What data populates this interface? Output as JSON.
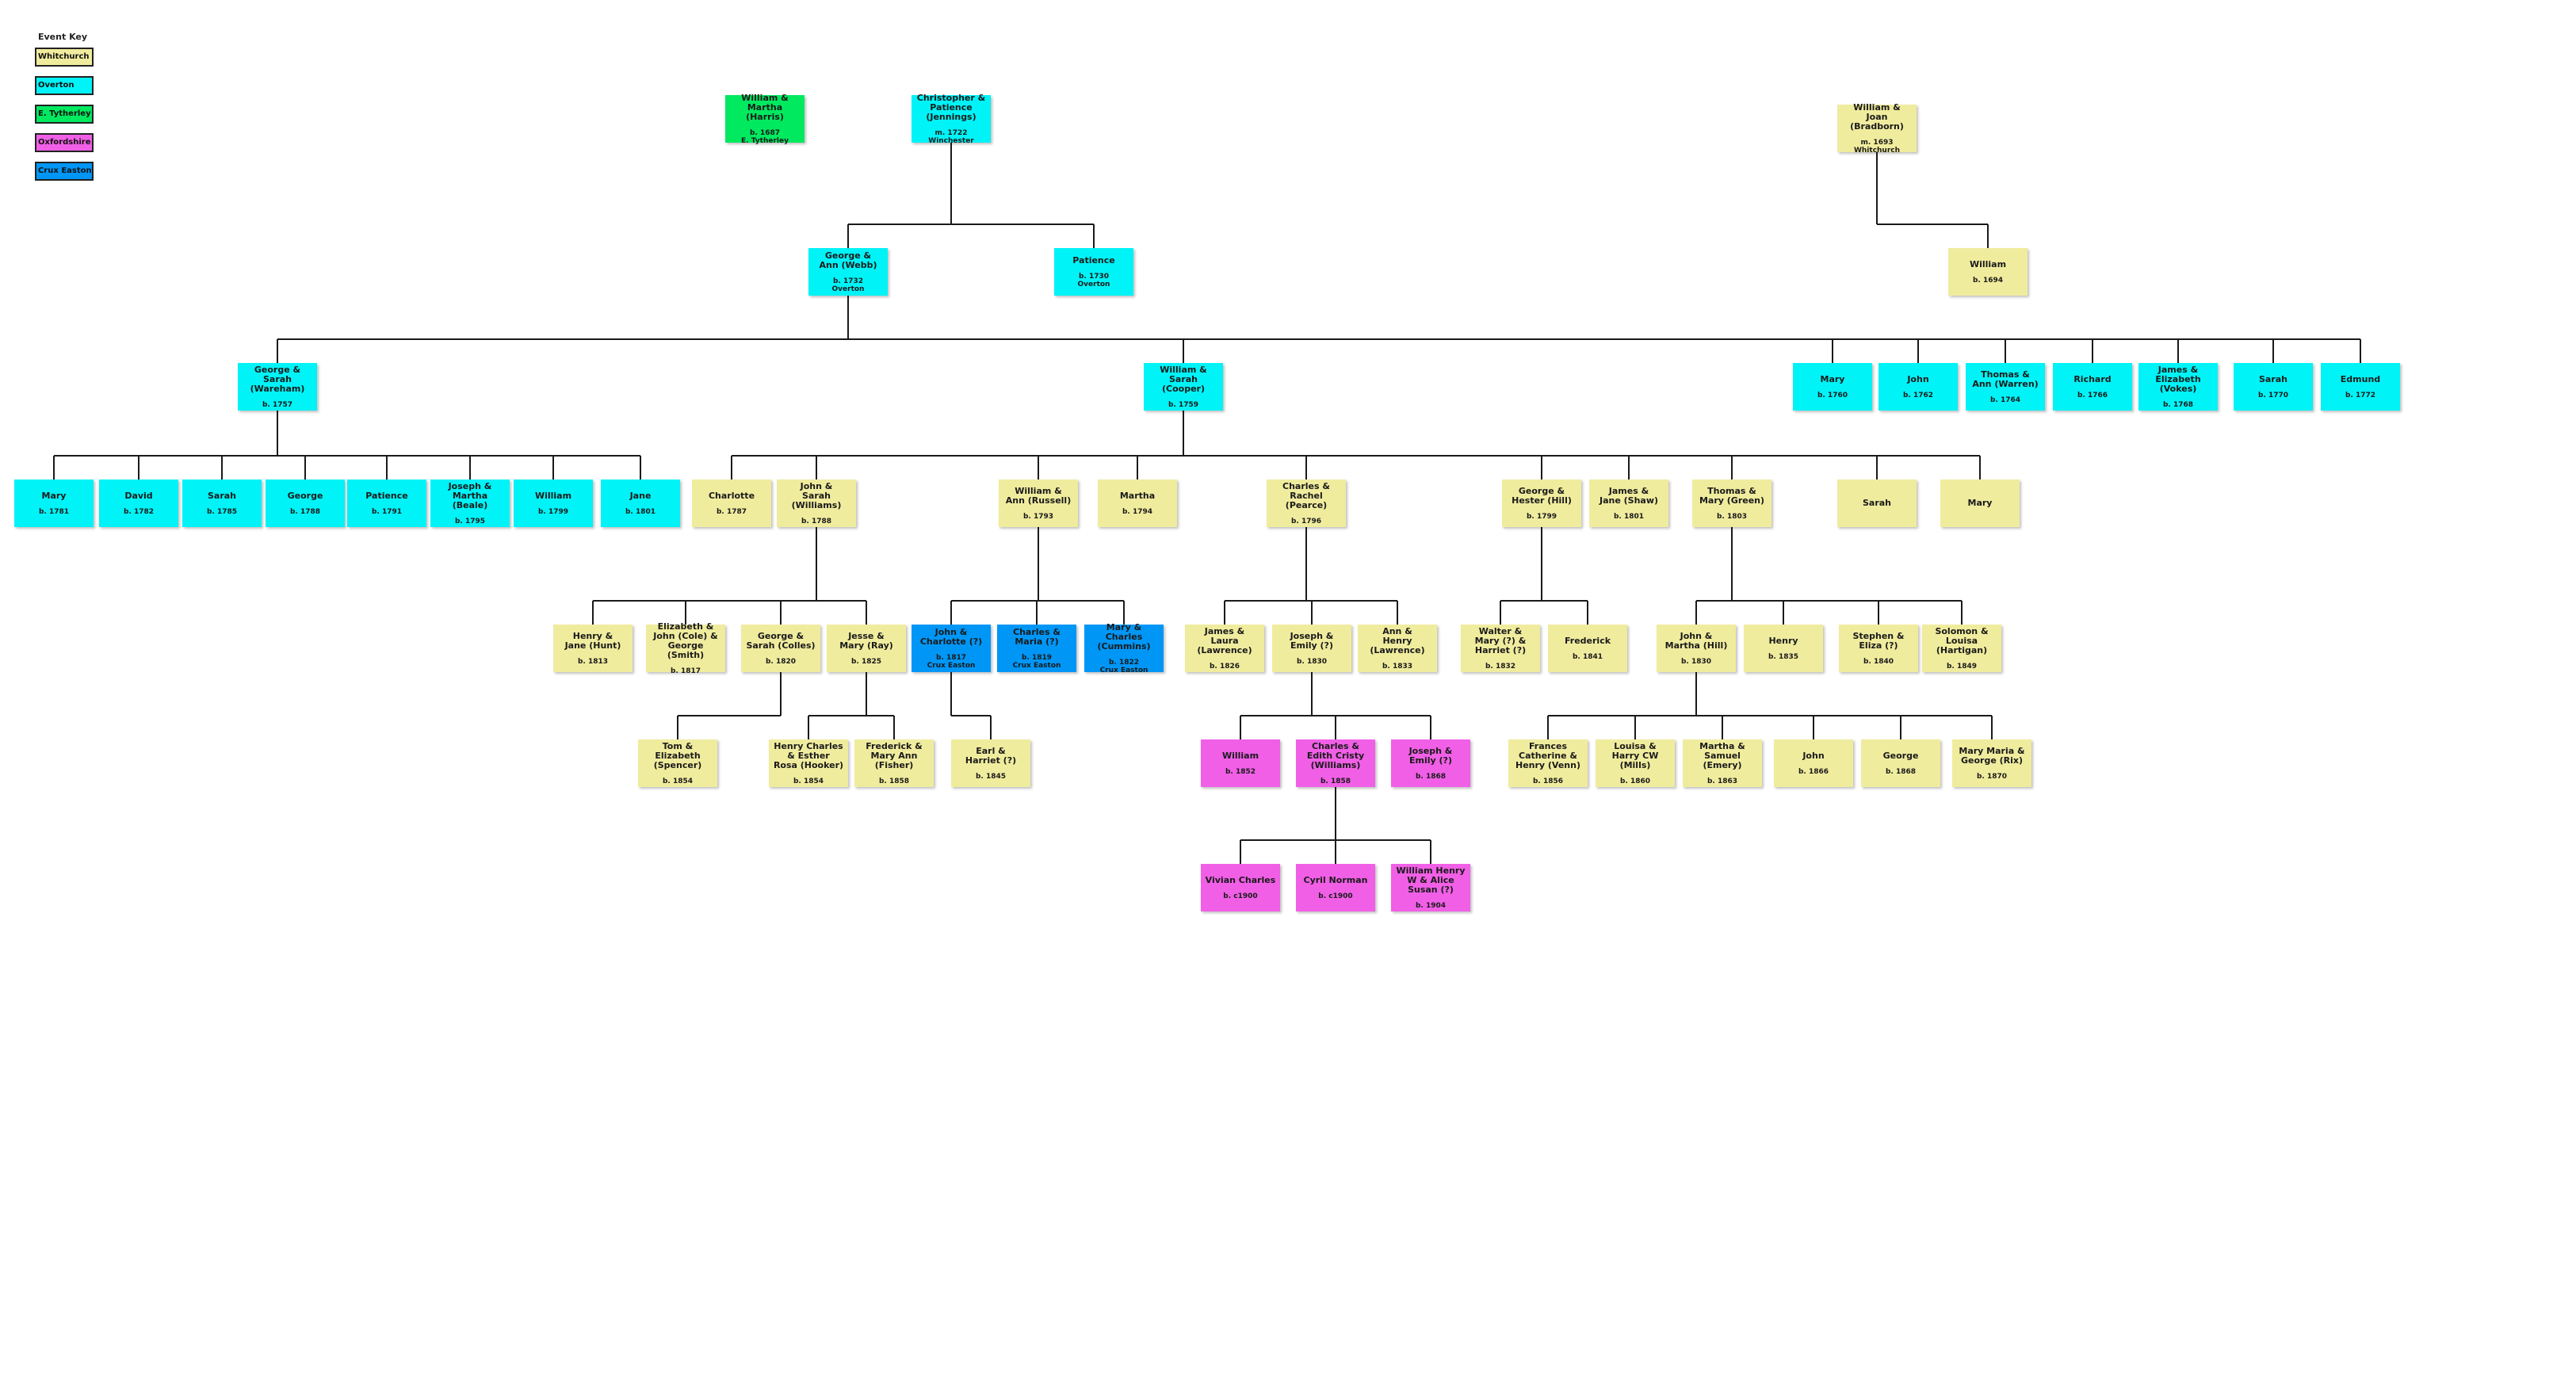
{
  "colors": {
    "whitchurch": "#f0ec9e",
    "overton": "#00f3f6",
    "e_tytherley": "#00e95f",
    "oxfordshire": "#f05fe6",
    "crux_easton": "#0096f6",
    "line": "#1a1a1a"
  },
  "key": {
    "title": "Event Key",
    "items": [
      {
        "label": "Whitchurch",
        "color": "#f0ec9e"
      },
      {
        "label": "Overton",
        "color": "#00f3f6"
      },
      {
        "label": "E. Tytherley",
        "color": "#00e95f"
      },
      {
        "label": "Oxfordshire",
        "color": "#f05fe6"
      },
      {
        "label": "Crux Easton",
        "color": "#0096f6"
      }
    ]
  },
  "nodes": [
    {
      "id": "wm_martha",
      "name": "William &\nMartha (Harris)",
      "date": "b. 1687",
      "place": "E. Tytherley",
      "loc": "e_tytherley"
    },
    {
      "id": "chris",
      "name": "Christopher &\nPatience (Jennings)",
      "date": "m. 1722",
      "place": "Winchester",
      "loc": "overton"
    },
    {
      "id": "wm_joan",
      "name": "William &\nJoan (Bradborn)",
      "date": "m. 1693",
      "place": "Whitchurch",
      "loc": "whitchurch"
    },
    {
      "id": "george_ann",
      "name": "George &\nAnn (Webb)",
      "date": "b. 1732",
      "place": "Overton",
      "loc": "overton"
    },
    {
      "id": "patience",
      "name": "Patience",
      "date": "b. 1730",
      "place": "Overton",
      "loc": "overton"
    },
    {
      "id": "william_1694",
      "name": "William",
      "date": "b. 1694",
      "place": "",
      "loc": "whitchurch"
    },
    {
      "id": "george_sarah",
      "name": "George &\nSarah (Wareham)",
      "date": "b. 1757",
      "place": "",
      "loc": "overton"
    },
    {
      "id": "william_sarah",
      "name": "William &\nSarah (Cooper)",
      "date": "b. 1759",
      "place": "",
      "loc": "overton"
    },
    {
      "id": "mary_1760",
      "name": "Mary",
      "date": "b. 1760",
      "place": "",
      "loc": "overton"
    },
    {
      "id": "john_1762",
      "name": "John",
      "date": "b. 1762",
      "place": "",
      "loc": "overton"
    },
    {
      "id": "thomas_ann",
      "name": "Thomas &\nAnn (Warren)",
      "date": "b. 1764",
      "place": "",
      "loc": "overton"
    },
    {
      "id": "richard",
      "name": "Richard",
      "date": "b. 1766",
      "place": "",
      "loc": "overton"
    },
    {
      "id": "james_eliz",
      "name": "James &\nElizabeth (Vokes)",
      "date": "b. 1768",
      "place": "",
      "loc": "overton"
    },
    {
      "id": "sarah_1770",
      "name": "Sarah",
      "date": "b. 1770",
      "place": "",
      "loc": "overton"
    },
    {
      "id": "edmund",
      "name": "Edmund",
      "date": "b. 1772",
      "place": "",
      "loc": "overton"
    },
    {
      "id": "mary_1781",
      "name": "Mary",
      "date": "b. 1781",
      "place": "",
      "loc": "overton"
    },
    {
      "id": "david",
      "name": "David",
      "date": "b. 1782",
      "place": "",
      "loc": "overton"
    },
    {
      "id": "sarah_1785",
      "name": "Sarah",
      "date": "b. 1785",
      "place": "",
      "loc": "overton"
    },
    {
      "id": "george_1788",
      "name": "George",
      "date": "b. 1788",
      "place": "",
      "loc": "overton"
    },
    {
      "id": "patience_1791",
      "name": "Patience",
      "date": "b. 1791",
      "place": "",
      "loc": "overton"
    },
    {
      "id": "joseph_martha",
      "name": "Joseph &\nMartha (Beale)",
      "date": "b. 1795",
      "place": "",
      "loc": "overton"
    },
    {
      "id": "william_1799",
      "name": "William",
      "date": "b. 1799",
      "place": "",
      "loc": "overton"
    },
    {
      "id": "jane_1801",
      "name": "Jane",
      "date": "b. 1801",
      "place": "",
      "loc": "overton"
    },
    {
      "id": "charlotte",
      "name": "Charlotte",
      "date": "b. 1787",
      "place": "",
      "loc": "whitchurch"
    },
    {
      "id": "john_sarah",
      "name": "John &\nSarah (Williams)",
      "date": "b. 1788",
      "place": "",
      "loc": "whitchurch"
    },
    {
      "id": "william_ann",
      "name": "William &\nAnn (Russell)",
      "date": "b. 1793",
      "place": "",
      "loc": "whitchurch"
    },
    {
      "id": "martha",
      "name": "Martha",
      "date": "b. 1794",
      "place": "",
      "loc": "whitchurch"
    },
    {
      "id": "charles_rachel",
      "name": "Charles &\nRachel (Pearce)",
      "date": "b. 1796",
      "place": "",
      "loc": "whitchurch"
    },
    {
      "id": "george_hester",
      "name": "George &\nHester (Hill)",
      "date": "b. 1799",
      "place": "",
      "loc": "whitchurch"
    },
    {
      "id": "james_jane",
      "name": "James &\nJane (Shaw)",
      "date": "b. 1801",
      "place": "",
      "loc": "whitchurch"
    },
    {
      "id": "thomas_mary",
      "name": "Thomas &\nMary (Green)",
      "date": "b. 1803",
      "place": "",
      "loc": "whitchurch"
    },
    {
      "id": "sarah_w",
      "name": "Sarah",
      "date": "",
      "place": "",
      "loc": "whitchurch"
    },
    {
      "id": "mary_w",
      "name": "Mary",
      "date": "",
      "place": "",
      "loc": "whitchurch"
    },
    {
      "id": "henry_jane",
      "name": "Henry &\nJane (Hunt)",
      "date": "b. 1813",
      "place": "",
      "loc": "whitchurch"
    },
    {
      "id": "eliz_john",
      "name": "Elizabeth &\nJohn (Cole) &\nGeorge (Smith)",
      "date": "b. 1817",
      "place": "",
      "loc": "whitchurch"
    },
    {
      "id": "george_sarah_c",
      "name": "George &\nSarah (Colles)",
      "date": "b. 1820",
      "place": "",
      "loc": "whitchurch"
    },
    {
      "id": "jesse_mary",
      "name": "Jesse &\nMary (Ray)",
      "date": "b. 1825",
      "place": "",
      "loc": "whitchurch"
    },
    {
      "id": "john_charlotte",
      "name": "John &\nCharlotte (?)",
      "date": "b. 1817",
      "place": "Crux Easton",
      "loc": "crux_easton"
    },
    {
      "id": "charles_maria",
      "name": "Charles &\nMaria (?)",
      "date": "b. 1819",
      "place": "Crux Easton",
      "loc": "crux_easton"
    },
    {
      "id": "mary_charles",
      "name": "Mary &\nCharles (Cummins)",
      "date": "b. 1822",
      "place": "Crux Easton",
      "loc": "crux_easton"
    },
    {
      "id": "james_laura",
      "name": "James &\nLaura (Lawrence)",
      "date": "b. 1826",
      "place": "",
      "loc": "whitchurch"
    },
    {
      "id": "joseph_emily",
      "name": "Joseph &\nEmily (?)",
      "date": "b. 1830",
      "place": "",
      "loc": "whitchurch"
    },
    {
      "id": "ann_henry",
      "name": "Ann &\nHenry (Lawrence)",
      "date": "b. 1833",
      "place": "",
      "loc": "whitchurch"
    },
    {
      "id": "walter",
      "name": "Walter &\nMary (?) &\nHarriet (?)",
      "date": "b. 1832",
      "place": "",
      "loc": "whitchurch"
    },
    {
      "id": "frederick_1841",
      "name": "Frederick",
      "date": "b. 1841",
      "place": "",
      "loc": "whitchurch"
    },
    {
      "id": "john_martha",
      "name": "John &\nMartha (Hill)",
      "date": "b. 1830",
      "place": "",
      "loc": "whitchurch"
    },
    {
      "id": "henry_1835",
      "name": "Henry",
      "date": "b. 1835",
      "place": "",
      "loc": "whitchurch"
    },
    {
      "id": "stephen",
      "name": "Stephen &\nEliza (?)",
      "date": "b. 1840",
      "place": "",
      "loc": "whitchurch"
    },
    {
      "id": "solomon",
      "name": "Solomon &\nLouisa (Hartigan)",
      "date": "b. 1849",
      "place": "",
      "loc": "whitchurch"
    },
    {
      "id": "tom_eliz",
      "name": "Tom &\nElizabeth\n(Spencer)",
      "date": "b. 1854",
      "place": "",
      "loc": "whitchurch"
    },
    {
      "id": "henry_charles",
      "name": "Henry Charles\n& Esther\nRosa (Hooker)",
      "date": "b. 1854",
      "place": "",
      "loc": "whitchurch"
    },
    {
      "id": "frederick_mary",
      "name": "Frederick &\nMary Ann\n(Fisher)",
      "date": "b. 1858",
      "place": "",
      "loc": "whitchurch"
    },
    {
      "id": "earl",
      "name": "Earl &\nHarriet (?)",
      "date": "b. 1845",
      "place": "",
      "loc": "whitchurch"
    },
    {
      "id": "william_1852",
      "name": "William",
      "date": "b. 1852",
      "place": "",
      "loc": "oxfordshire"
    },
    {
      "id": "charles_edith",
      "name": "Charles &\nEdith Cristy\n(Williams)",
      "date": "b. 1858",
      "place": "",
      "loc": "oxfordshire"
    },
    {
      "id": "joseph_emily_ox",
      "name": "Joseph &\nEmily (?)",
      "date": "b. 1868",
      "place": "",
      "loc": "oxfordshire"
    },
    {
      "id": "frances",
      "name": "Frances\nCatherine &\nHenry (Venn)",
      "date": "b. 1856",
      "place": "",
      "loc": "whitchurch"
    },
    {
      "id": "louisa_harry",
      "name": "Louisa &\nHarry CW (Mills)",
      "date": "b. 1860",
      "place": "",
      "loc": "whitchurch"
    },
    {
      "id": "martha_samuel",
      "name": "Martha &\nSamuel (Emery)",
      "date": "b. 1863",
      "place": "",
      "loc": "whitchurch"
    },
    {
      "id": "john_1866",
      "name": "John",
      "date": "b. 1866",
      "place": "",
      "loc": "whitchurch"
    },
    {
      "id": "george_1868",
      "name": "George",
      "date": "b. 1868",
      "place": "",
      "loc": "whitchurch"
    },
    {
      "id": "mary_maria",
      "name": "Mary Maria &\nGeorge (Rix)",
      "date": "b. 1870",
      "place": "",
      "loc": "whitchurch"
    },
    {
      "id": "vivian",
      "name": "Vivian Charles",
      "date": "b. c1900",
      "place": "",
      "loc": "oxfordshire"
    },
    {
      "id": "cyril",
      "name": "Cyril Norman",
      "date": "b. c1900",
      "place": "",
      "loc": "oxfordshire"
    },
    {
      "id": "william_henry",
      "name": "William Henry\nW & Alice\nSusan (?)",
      "date": "b. 1904",
      "place": "",
      "loc": "oxfordshire"
    }
  ],
  "families": [
    {
      "parent": "chris",
      "children": [
        "george_ann",
        "patience"
      ]
    },
    {
      "parent": "wm_joan",
      "children": [
        "william_1694"
      ]
    },
    {
      "parent": "george_ann",
      "children": [
        "george_sarah",
        "william_sarah",
        "mary_1760",
        "john_1762",
        "thomas_ann",
        "richard",
        "james_eliz",
        "sarah_1770",
        "edmund"
      ]
    },
    {
      "parent": "george_sarah",
      "children": [
        "mary_1781",
        "david",
        "sarah_1785",
        "george_1788",
        "patience_1791",
        "joseph_martha",
        "william_1799",
        "jane_1801"
      ]
    },
    {
      "parent": "william_sarah",
      "children": [
        "charlotte",
        "john_sarah",
        "william_ann",
        "martha",
        "charles_rachel",
        "george_hester",
        "james_jane",
        "thomas_mary",
        "sarah_w",
        "mary_w"
      ]
    },
    {
      "parent": "john_sarah",
      "children": [
        "henry_jane",
        "eliz_john",
        "george_sarah_c",
        "jesse_mary"
      ]
    },
    {
      "parent": "william_ann",
      "children": [
        "john_charlotte",
        "charles_maria",
        "mary_charles"
      ]
    },
    {
      "parent": "charles_rachel",
      "children": [
        "james_laura",
        "joseph_emily",
        "ann_henry"
      ]
    },
    {
      "parent": "george_hester",
      "children": [
        "walter",
        "frederick_1841"
      ]
    },
    {
      "parent": "thomas_mary",
      "children": [
        "john_martha",
        "henry_1835",
        "stephen",
        "solomon"
      ]
    },
    {
      "parent": "george_sarah_c",
      "children": [
        "tom_eliz"
      ]
    },
    {
      "parent": "jesse_mary",
      "children": [
        "henry_charles",
        "frederick_mary"
      ]
    },
    {
      "parent": "john_charlotte",
      "children": [
        "earl"
      ]
    },
    {
      "parent": "joseph_emily",
      "children": [
        "william_1852",
        "charles_edith",
        "joseph_emily_ox"
      ]
    },
    {
      "parent": "john_martha",
      "children": [
        "frances",
        "louisa_harry",
        "martha_samuel",
        "john_1866",
        "george_1868",
        "mary_maria"
      ]
    },
    {
      "parent": "charles_edith",
      "children": [
        "vivian",
        "cyril",
        "william_henry"
      ]
    }
  ]
}
